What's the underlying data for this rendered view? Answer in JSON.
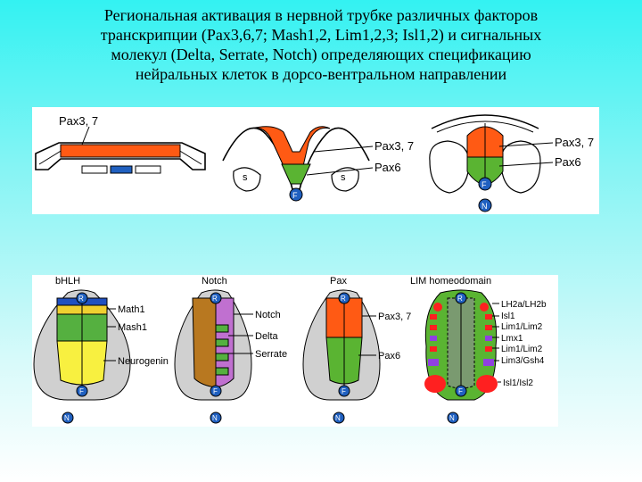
{
  "title": {
    "line1": "Региональная активация в нервной трубке различных факторов",
    "line2": "транскрипции (Pax3,6,7; Mash1,2, Lim1,2,3; Isl1,2)  и сигнальных",
    "line3": "молекул (Delta, Serrate, Notch) определяющих спецификацию",
    "line4": "нейральных клеток в дорсо-вентральном направлении"
  },
  "top_panel": {
    "plate_label": "Pax3, 7",
    "groove_labels": [
      "Pax3, 7",
      "Pax6"
    ],
    "groove_somite": "s",
    "floor_letter": "F",
    "notochord_letter": "N",
    "tube_labels": [
      "Pax3, 7",
      "Pax6"
    ]
  },
  "bottom_panel": {
    "headers": [
      "bHLH",
      "Notch",
      "Pax",
      "LIM homeodomain"
    ],
    "roof_letter": "R",
    "floor_letter": "F",
    "notochord_letter": "N",
    "bhlh_labels": [
      "Math1",
      "Mash1",
      "Neurogenin"
    ],
    "notch_labels": [
      "Notch",
      "Delta",
      "Serrate"
    ],
    "pax_labels": [
      "Pax3, 7",
      "Pax6"
    ],
    "lim_labels": [
      "LH2a/LH2b",
      "Isl1",
      "Lim1/Lim2",
      "Lmx1",
      "Lim1/Lim2",
      "Lim3/Gsh4",
      "Isl1/Isl2"
    ]
  },
  "colors": {
    "pax37": "#ff5a14",
    "pax6": "#5ab432",
    "floor": "#2060c0",
    "mash1": "#55b040",
    "neurogenin": "#f8f040",
    "notch": "#c070d0",
    "delta": "#b87820",
    "lim_red": "#ff2020",
    "lim_purple": "#9040e0"
  }
}
